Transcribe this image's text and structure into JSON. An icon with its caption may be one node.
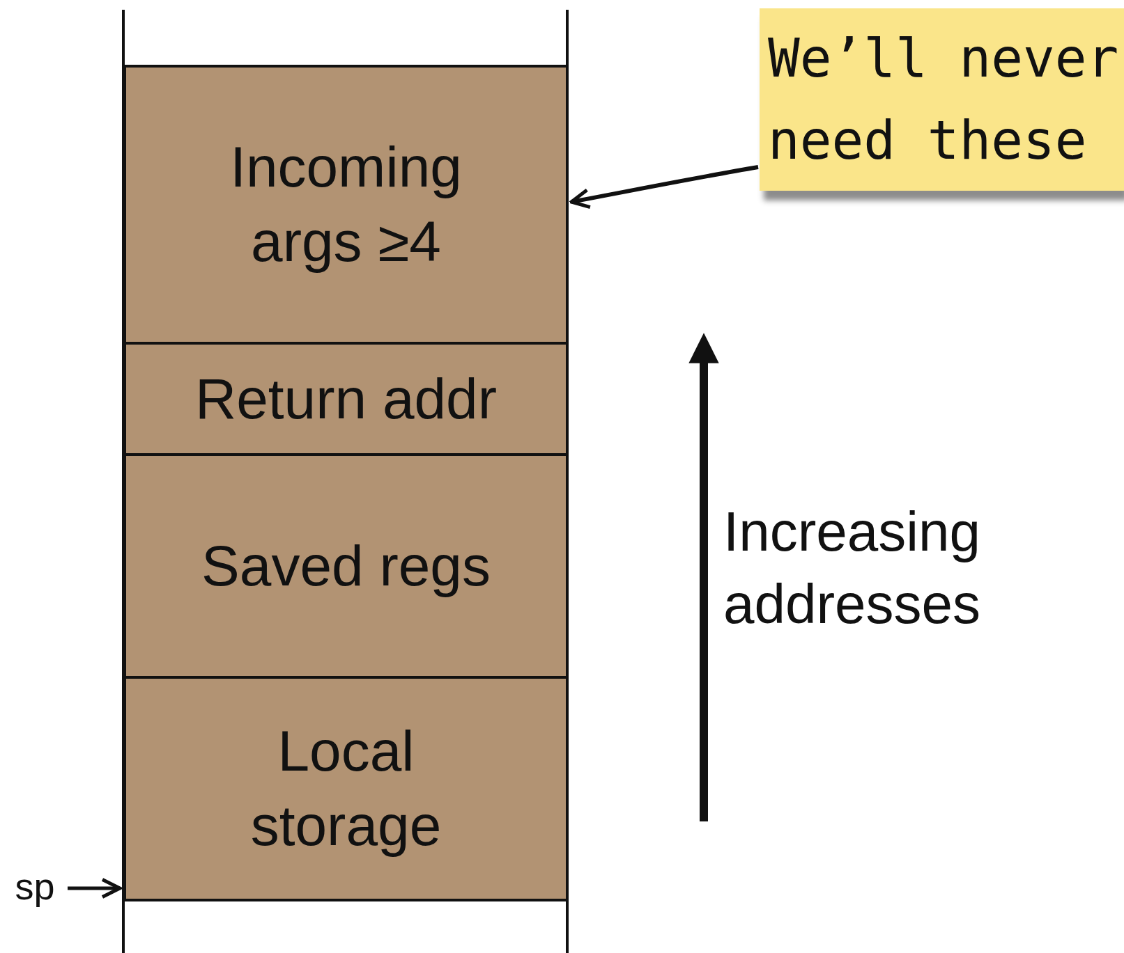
{
  "diagram": {
    "nodes": [
      {
        "text": [
          "Incoming args ≥4"
        ]
      },
      {
        "text": [
          "Return addr"
        ]
      },
      {
        "text": [
          "Saved regs"
        ]
      },
      {
        "text": [
          "Local storage"
        ]
      },
      {
        "text": [
          "We’ll never need these"
        ]
      },
      {
        "text": [
          "sp"
        ]
      }
    ],
    "edges": [
      {
        "from": 4,
        "to": 0,
        "arrow": "to"
      },
      {
        "from": 5,
        "to": 3,
        "arrow": "to"
      }
    ],
    "labels": [
      "Increasing addresses"
    ]
  }
}
